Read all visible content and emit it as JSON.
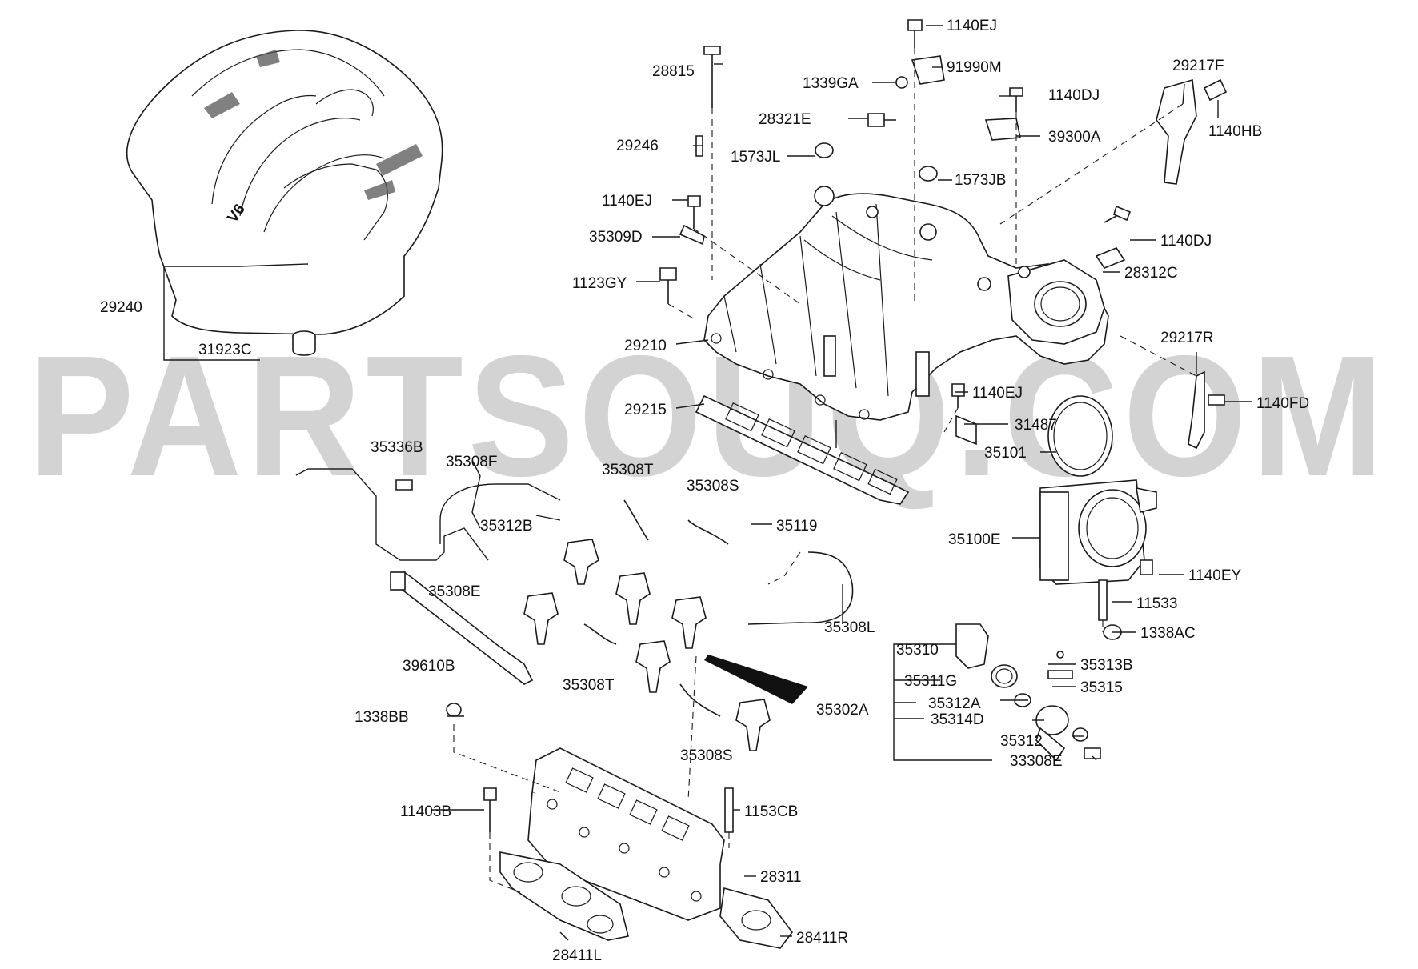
{
  "watermark": "PARTSOUQ.COM",
  "cover_emblem": "V6",
  "colors": {
    "line": "#1a1a1a",
    "watermark": "#d3d3d3",
    "background": "#ffffff"
  },
  "labels": {
    "l_1140EJ_top": "1140EJ",
    "l_28815": "28815",
    "l_91990M": "91990M",
    "l_1339GA": "1339GA",
    "l_1140DJ_top": "1140DJ",
    "l_29217F": "29217F",
    "l_28321E": "28321E",
    "l_39300A": "39300A",
    "l_1140HB": "1140HB",
    "l_29246": "29246",
    "l_1573JL": "1573JL",
    "l_1573JB": "1573JB",
    "l_1140EJ_mid": "1140EJ",
    "l_35309D": "35309D",
    "l_1140DJ_mid": "1140DJ",
    "l_28312C": "28312C",
    "l_1123GY": "1123GY",
    "l_29240": "29240",
    "l_31923C": "31923C",
    "l_29210": "29210",
    "l_29217R": "29217R",
    "l_29215": "29215",
    "l_1140EJ_low": "1140EJ",
    "l_1140FD": "1140FD",
    "l_31487": "31487",
    "l_35101": "35101",
    "l_35336B": "35336B",
    "l_35308F": "35308F",
    "l_35308T_top": "35308T",
    "l_35308S_top": "35308S",
    "l_35312B": "35312B",
    "l_35119": "35119",
    "l_35100E": "35100E",
    "l_1140EY": "1140EY",
    "l_35308E": "35308E",
    "l_11533": "11533",
    "l_35308L": "35308L",
    "l_1338AC": "1338AC",
    "l_35310": "35310",
    "l_35313B": "35313B",
    "l_39610B": "39610B",
    "l_35311G": "35311G",
    "l_35315": "35315",
    "l_35308T_low": "35308T",
    "l_35312A": "35312A",
    "l_35302A": "35302A",
    "l_1338BB": "1338BB",
    "l_35314D": "35314D",
    "l_35312": "35312",
    "l_35308S_low": "35308S",
    "l_33308E": "33308E",
    "l_11403B": "11403B",
    "l_1153CB": "1153CB",
    "l_28311": "28311",
    "l_28411R": "28411R",
    "l_28411L": "28411L"
  }
}
